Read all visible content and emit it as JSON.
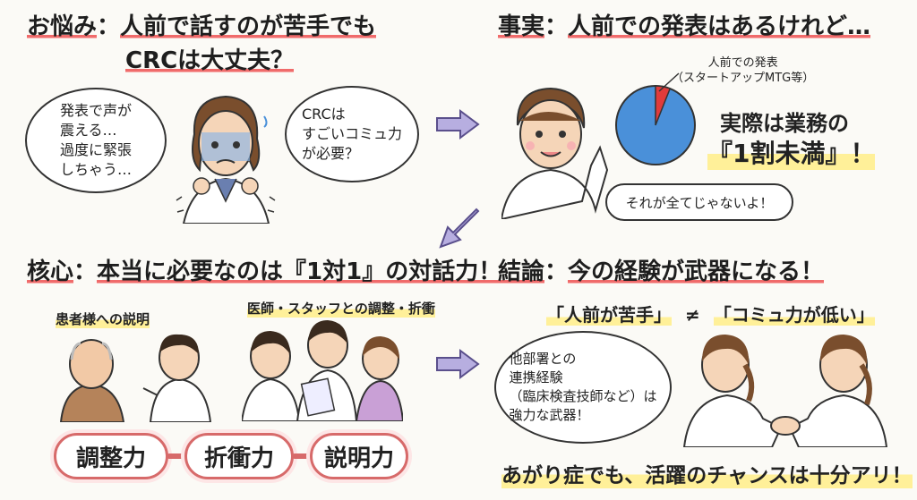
{
  "q1": {
    "heading_label": "お悩み",
    "heading_line1": "人前で話すのが苦手でも",
    "heading_line2": "CRCは大丈夫？",
    "left_bubble": "発表で声が\n震える…\n過度に緊張\nしちゃう…",
    "right_bubble": "CRCは\nすごいコミュ力\nが必要？"
  },
  "q2": {
    "heading_label": "事実",
    "heading_text": "人前での発表はあるけれど…",
    "pie_label_line1": "人前での発表",
    "pie_label_line2": "（スタートアップMTG等）",
    "pie_fraction": 0.06,
    "highlight_line1": "実際は業務の",
    "highlight_line2": "『1割未満』！",
    "bubble": "それが全てじゃないよ！"
  },
  "q3": {
    "heading_label": "核心",
    "heading_text": "本当に必要なのは『1対1』の対話力！",
    "label_left": "患者様への説明",
    "label_right": "医師・スタッフとの調整・折衝",
    "pills": [
      "調整力",
      "折衝力",
      "説明力"
    ]
  },
  "q4": {
    "heading_label": "結論",
    "heading_text": "今の経験が武器になる！",
    "compare_left": "「人前が苦手」",
    "compare_op": "≠",
    "compare_right": "「コミュ力が低い」",
    "bubble": "他部署との\n連携経験\n（臨床検査技師など）は\n強力な武器！",
    "footer": "あがり症でも、活躍のチャンスは十分アリ！"
  },
  "colors": {
    "accent_red": "#e05555",
    "pie_blue": "#4a90d9",
    "arrow_purple": "#8c7ec0",
    "highlight_yellow": "#fff099"
  }
}
